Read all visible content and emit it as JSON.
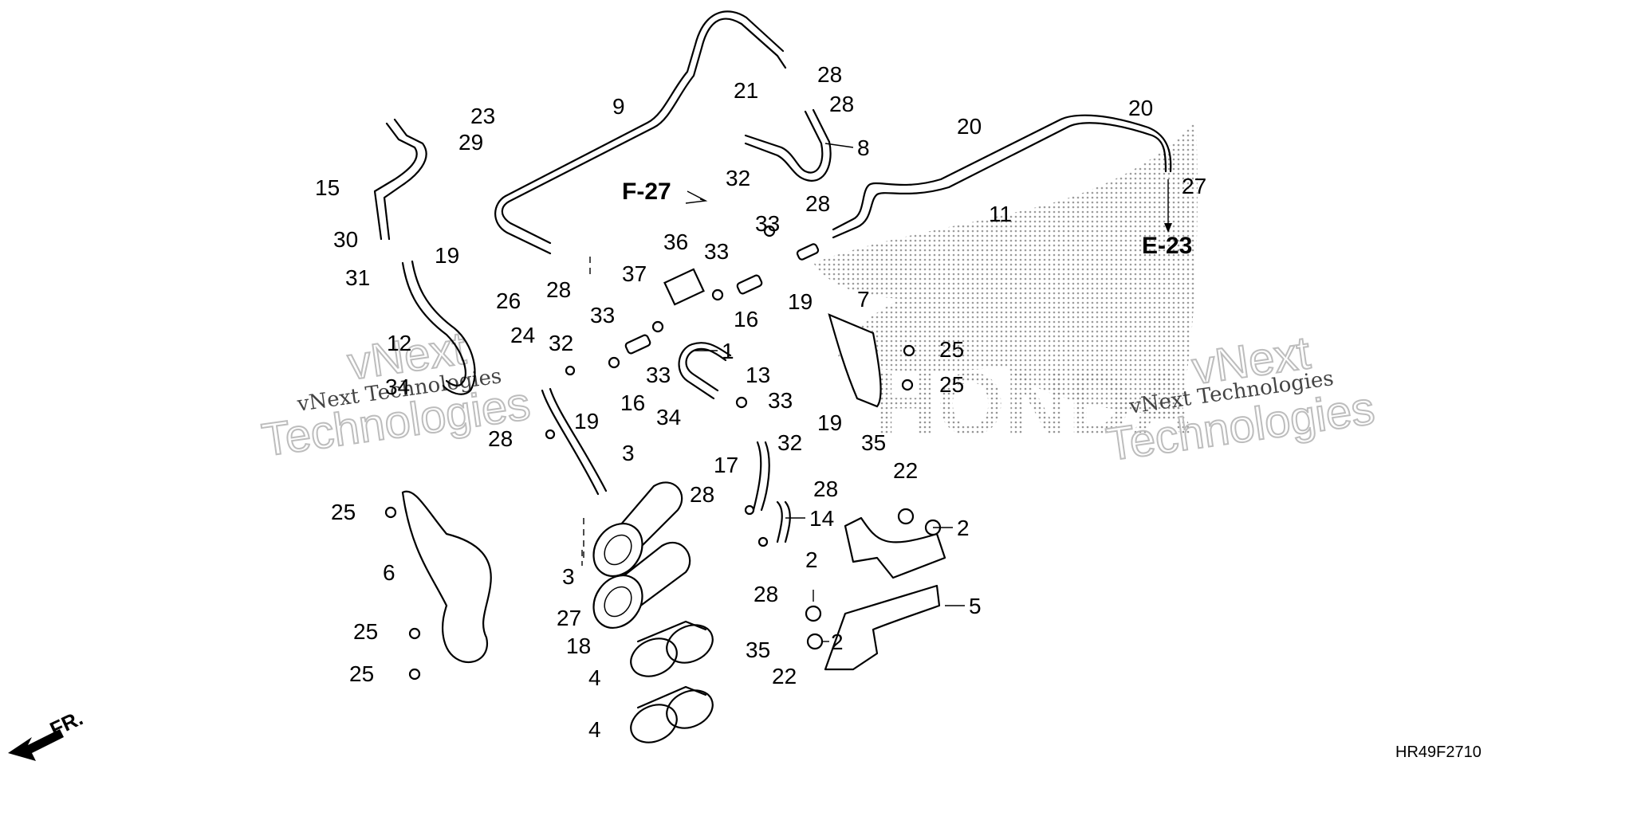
{
  "diagram_code": "HR49F2710",
  "front_indicator": "FR.",
  "ref_labels": {
    "f27": "F-27",
    "e23": "E-23"
  },
  "logo_wordmark": "HONDA",
  "watermark": {
    "line1": "vNext Technologies",
    "line2a": "vNext",
    "line2b": "Technologies"
  },
  "callouts": [
    "1",
    "2",
    "2",
    "2",
    "3",
    "3",
    "4",
    "4",
    "5",
    "6",
    "7",
    "8",
    "9",
    "11",
    "12",
    "13",
    "14",
    "15",
    "16",
    "16",
    "17",
    "18",
    "19",
    "19",
    "19",
    "19",
    "20",
    "20",
    "21",
    "22",
    "22",
    "23",
    "24",
    "25",
    "25",
    "25",
    "25",
    "25",
    "26",
    "27",
    "27",
    "28",
    "28",
    "28",
    "28",
    "28",
    "28",
    "28",
    "28",
    "29",
    "30",
    "31",
    "32",
    "32",
    "32",
    "33",
    "33",
    "33",
    "33",
    "33",
    "34",
    "34",
    "35",
    "35",
    "36",
    "37"
  ]
}
